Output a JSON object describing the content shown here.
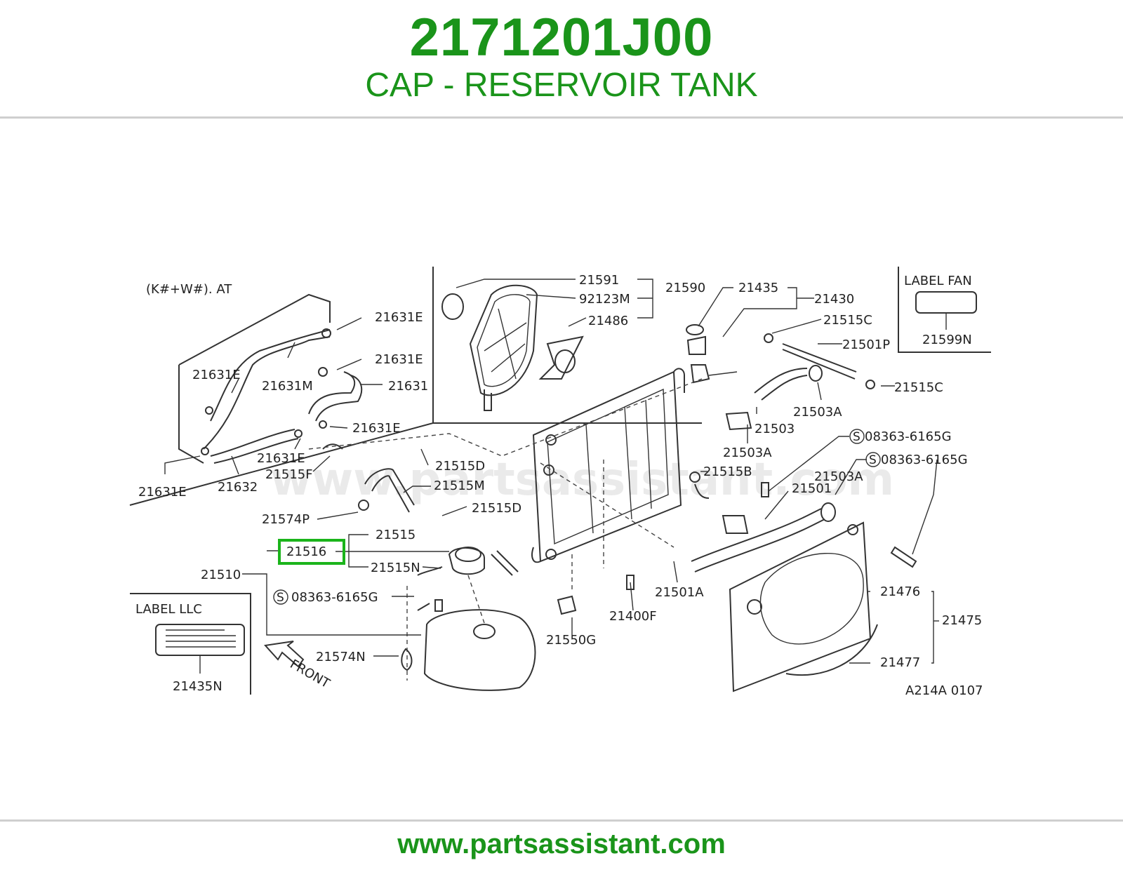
{
  "header": {
    "part_number": "2171201J00",
    "part_name": "CAP - RESERVOIR TANK"
  },
  "footer": {
    "url": "www.partsassistant.com"
  },
  "diagram": {
    "watermark": "www.partsassistant.com",
    "variant_note": "(K#+W#). AT",
    "figure_code": "A214A 0107",
    "highlight_color": "#1bb41b",
    "front_label": "FRONT",
    "label_fan": "LABEL FAN",
    "label_llc": "LABEL LLC",
    "labels": {
      "p21591": "21591",
      "p21590": "21590",
      "p92123M": "92123M",
      "p21486": "21486",
      "p21435": "21435",
      "p21430": "21430",
      "p21515C_a": "21515C",
      "p21501P": "21501P",
      "p21515C_b": "21515C",
      "p21503A_a": "21503A",
      "p21503": "21503",
      "p08363_a": "08363-6165G",
      "p08363_b": "08363-6165G",
      "p21503A_b": "21503A",
      "p21515B": "21515B",
      "p21503A_c": "21503A",
      "p21501": "21501",
      "p21599N": "21599N",
      "p21631E_a": "21631E",
      "p21631E_b": "21631E",
      "p21631E_c": "21631E",
      "p21631M": "21631M",
      "p21631": "21631",
      "p21631E_d": "21631E",
      "p21631E_e": "21631E",
      "p21515F": "21515F",
      "p21632": "21632",
      "p21631E_f": "21631E",
      "p21515D_a": "21515D",
      "p21515M": "21515M",
      "p21574P": "21574P",
      "p21515D_b": "21515D",
      "p21515": "21515",
      "p21516": "21516",
      "p21510": "21510",
      "p21515N": "21515N",
      "p08363_c": "08363-6165G",
      "p21574N": "21574N",
      "p21435N": "21435N",
      "p21550G": "21550G",
      "p21400F": "21400F",
      "p21501A": "21501A",
      "p21476": "21476",
      "p21475": "21475",
      "p21477": "21477"
    }
  }
}
